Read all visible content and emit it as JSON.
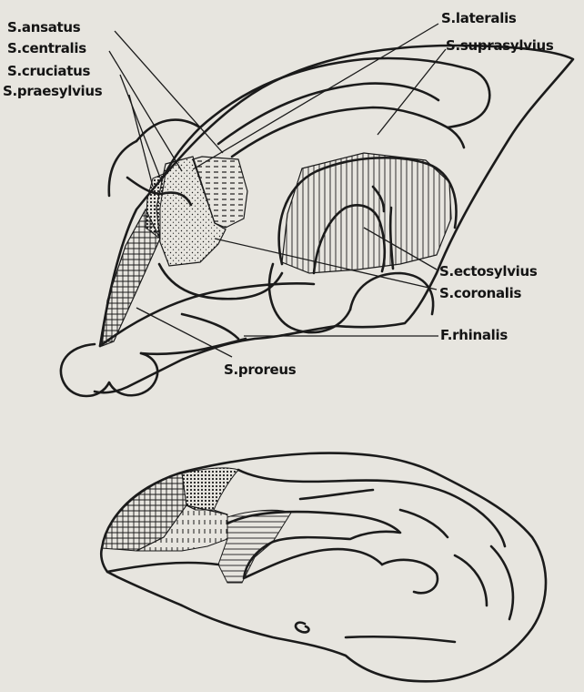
{
  "labels": {
    "ansatus": "S.ansatus",
    "centralis": "S.centralis",
    "cruciatus": "S.cruciatus",
    "praesylvius": "S.praesylvius",
    "lateralis": "S.lateralis",
    "suprasylvius": "S.suprasylvius",
    "ectosylvius": "S.ectosylvius",
    "coronalis": "S.coronalis",
    "rhinalis": "F.rhinalis",
    "proreus": "S.proreus"
  },
  "colors": {
    "background": "#e7e5df",
    "ink": "#1b1b1b",
    "region_fill": "#dcdad4"
  }
}
